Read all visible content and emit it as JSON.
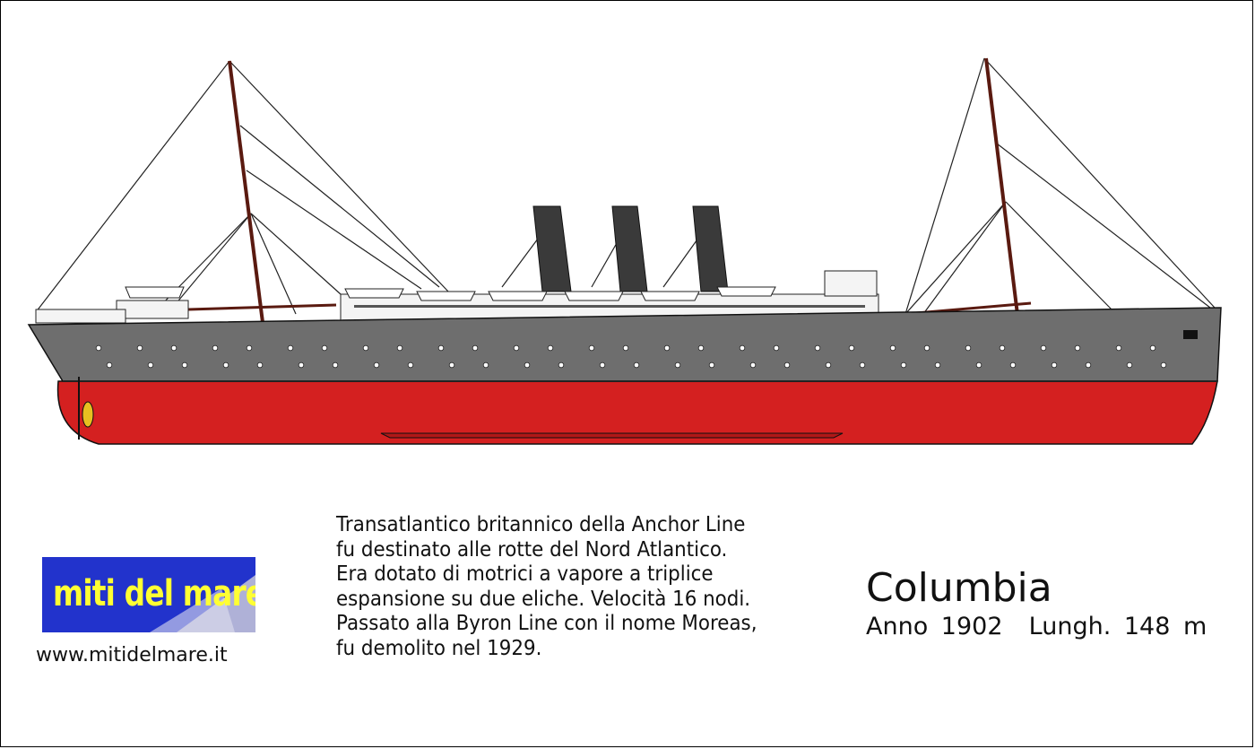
{
  "ship": {
    "name": "Columbia",
    "info": "Anno 1902  Lungh. 148 m",
    "description": [
      "Transatlantico britannico della Anchor Line",
      "fu destinato alle rotte del Nord Atlantico.",
      "Era dotato di motrici a vapore a triplice",
      "espansione su due eliche. Velocità 16 nodi.",
      "Passato alla Byron Line con il nome Moreas,",
      "fu demolito nel 1929."
    ]
  },
  "logo": {
    "text": "miti del mare"
  },
  "website": "www.mitidelmare.it",
  "colors": {
    "hull_lower": "#d42020",
    "hull_upper": "#6e6e6e",
    "funnel": "#3a3a3a",
    "superstructure": "#ffffff",
    "logo_bg": "#2233cc",
    "logo_text": "#ffff33"
  }
}
